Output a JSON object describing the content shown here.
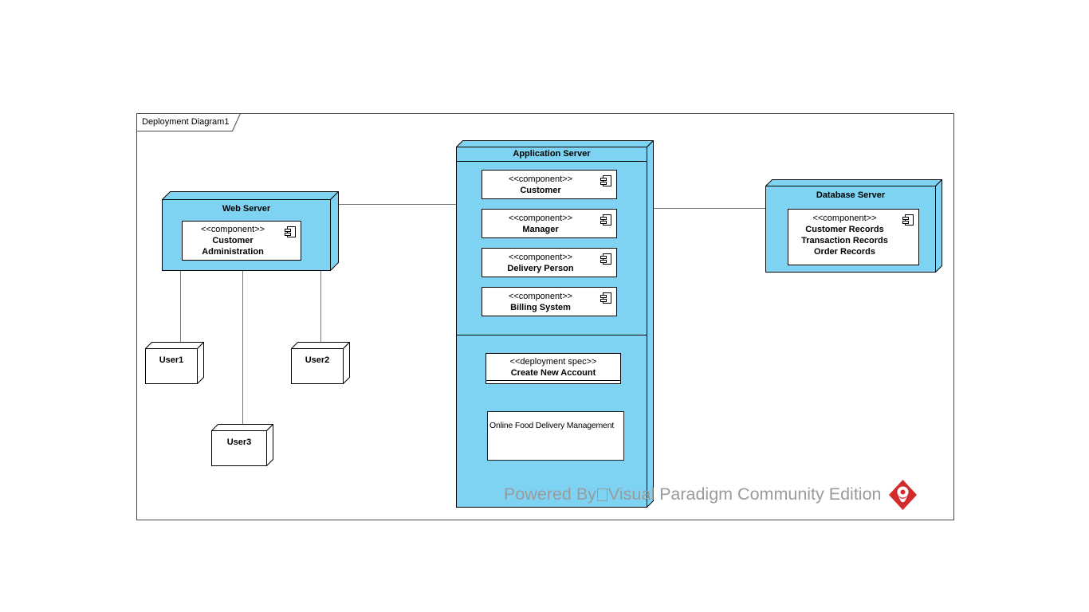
{
  "frame": {
    "title": "Deployment Diagram1"
  },
  "watermark": {
    "text_before_box": "Powered By",
    "text_after_box": "Visual Paradigm Community Edition"
  },
  "nodes": {
    "web_server": {
      "title": "Web Server",
      "component": {
        "stereotype": "<<component>>",
        "name_lines": [
          "Customer",
          "Administration"
        ]
      }
    },
    "app_server": {
      "title": "Application Server",
      "components": [
        {
          "stereotype": "<<component>>",
          "name": "Customer"
        },
        {
          "stereotype": "<<component>>",
          "name": "Manager"
        },
        {
          "stereotype": "<<component>>",
          "name": "Delivery Person"
        },
        {
          "stereotype": "<<component>>",
          "name": "Billing System"
        }
      ],
      "deployment_spec": {
        "stereotype": "<<deployment spec>>",
        "name": "Create New Account"
      },
      "artifact": {
        "label": "Online Food Delivery Management"
      }
    },
    "database_server": {
      "title": "Database Server",
      "component": {
        "stereotype": "<<component>>",
        "name_lines": [
          "Customer Records",
          "Transaction Records",
          "Order Records"
        ]
      }
    },
    "users": [
      {
        "label": "User1"
      },
      {
        "label": "User2"
      },
      {
        "label": "User3"
      }
    ]
  },
  "colors": {
    "node_fill": "#7ed3f2",
    "node_border": "#000000",
    "connector": "#767676",
    "frame_border": "#4a4a4a",
    "watermark_text": "#9b9b9b",
    "logo_red": "#d22b2b"
  }
}
